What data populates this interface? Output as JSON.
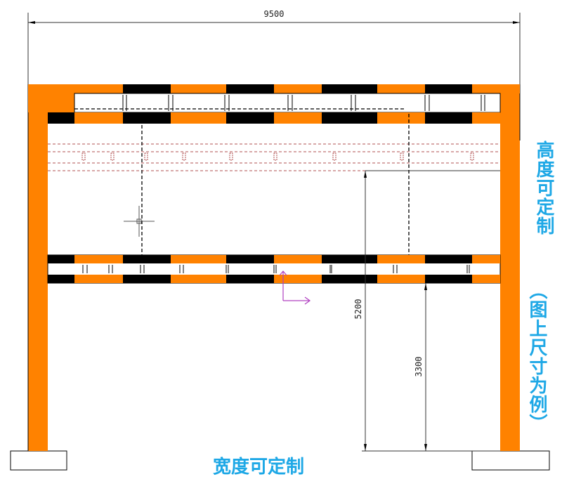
{
  "dimensions": {
    "overall_width": "9500",
    "upper_height": "5200",
    "lower_height": "3300"
  },
  "annotations": {
    "height_customizable": "高度可定制",
    "size_note": "（图上尺寸为例）",
    "width_customizable": "宽度可定制"
  },
  "colors": {
    "steel": "#ff8200",
    "block": "#000000",
    "annotation": "#1ea8e6",
    "hidden_line": "#b05050",
    "ucs": "#b040c0"
  }
}
